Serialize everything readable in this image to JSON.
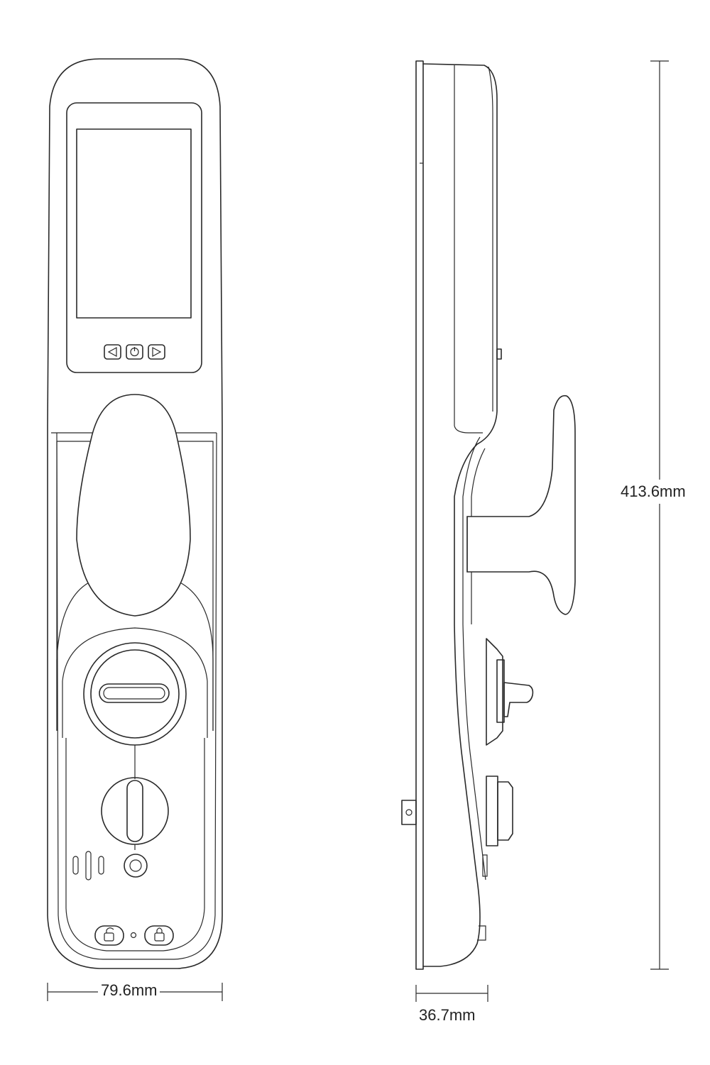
{
  "drawing": {
    "subject": "smart-door-lock",
    "views": [
      "front-view",
      "side-view"
    ],
    "line_color": "#2a2a2a",
    "background": "#ffffff"
  },
  "dimensions": {
    "width": "79.6mm",
    "depth": "36.7mm",
    "height": "413.6mm"
  },
  "front_buttons": {
    "left": "◁",
    "power": "⏻",
    "right": "▷"
  }
}
